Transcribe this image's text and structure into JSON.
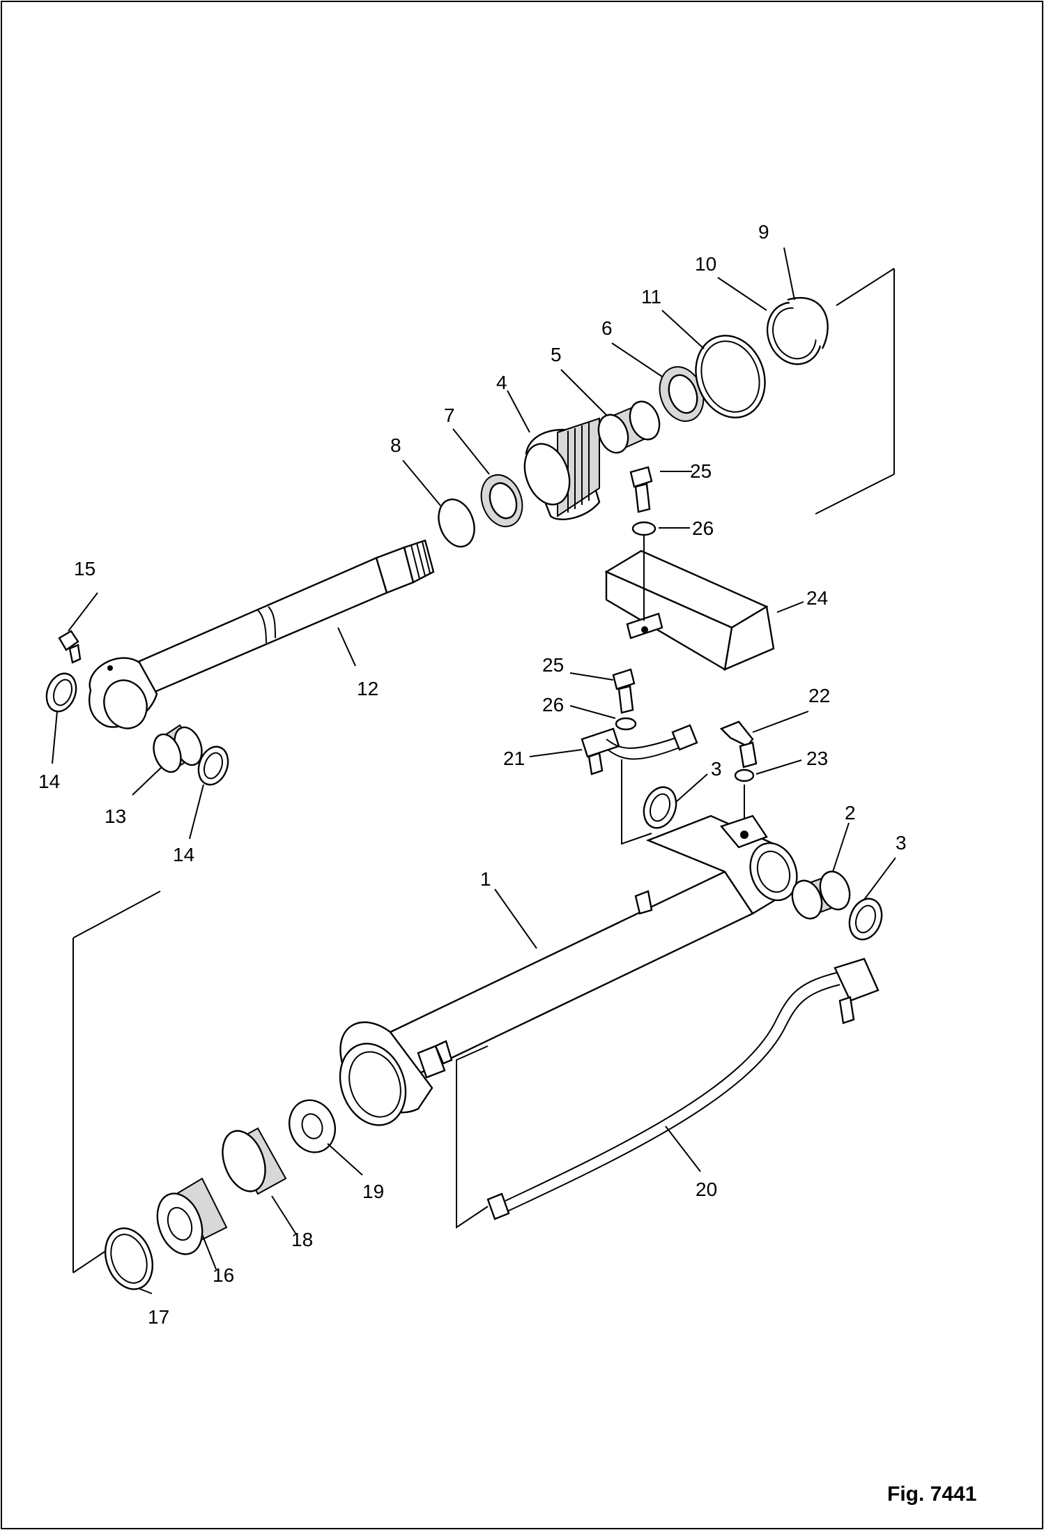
{
  "figure": {
    "caption": "Fig. 7441"
  },
  "callouts": [
    "1",
    "2",
    "3",
    "3",
    "4",
    "5",
    "6",
    "7",
    "8",
    "9",
    "10",
    "11",
    "12",
    "13",
    "14",
    "14",
    "15",
    "16",
    "17",
    "18",
    "19",
    "20",
    "21",
    "22",
    "23",
    "24",
    "25",
    "25",
    "26",
    "26"
  ],
  "parts": [
    {
      "ref": "1",
      "name": "cylinder-tube"
    },
    {
      "ref": "2",
      "name": "bushing"
    },
    {
      "ref": "3",
      "name": "dust-seal"
    },
    {
      "ref": "4",
      "name": "cylinder-head"
    },
    {
      "ref": "5",
      "name": "bushing"
    },
    {
      "ref": "6",
      "name": "rod-packing"
    },
    {
      "ref": "7",
      "name": "dust-seal"
    },
    {
      "ref": "8",
      "name": "snap-ring"
    },
    {
      "ref": "9",
      "name": "snap-ring"
    },
    {
      "ref": "10",
      "name": "backup-ring"
    },
    {
      "ref": "11",
      "name": "o-ring"
    },
    {
      "ref": "12",
      "name": "piston-rod"
    },
    {
      "ref": "13",
      "name": "bushing"
    },
    {
      "ref": "14",
      "name": "dust-seal"
    },
    {
      "ref": "15",
      "name": "grease-fitting"
    },
    {
      "ref": "16",
      "name": "piston"
    },
    {
      "ref": "17",
      "name": "piston-ring"
    },
    {
      "ref": "18",
      "name": "wear-ring"
    },
    {
      "ref": "19",
      "name": "nut"
    },
    {
      "ref": "20",
      "name": "tube"
    },
    {
      "ref": "21",
      "name": "tube"
    },
    {
      "ref": "22",
      "name": "elbow"
    },
    {
      "ref": "23",
      "name": "o-ring"
    },
    {
      "ref": "24",
      "name": "cover"
    },
    {
      "ref": "25",
      "name": "bolt"
    },
    {
      "ref": "26",
      "name": "washer"
    }
  ]
}
